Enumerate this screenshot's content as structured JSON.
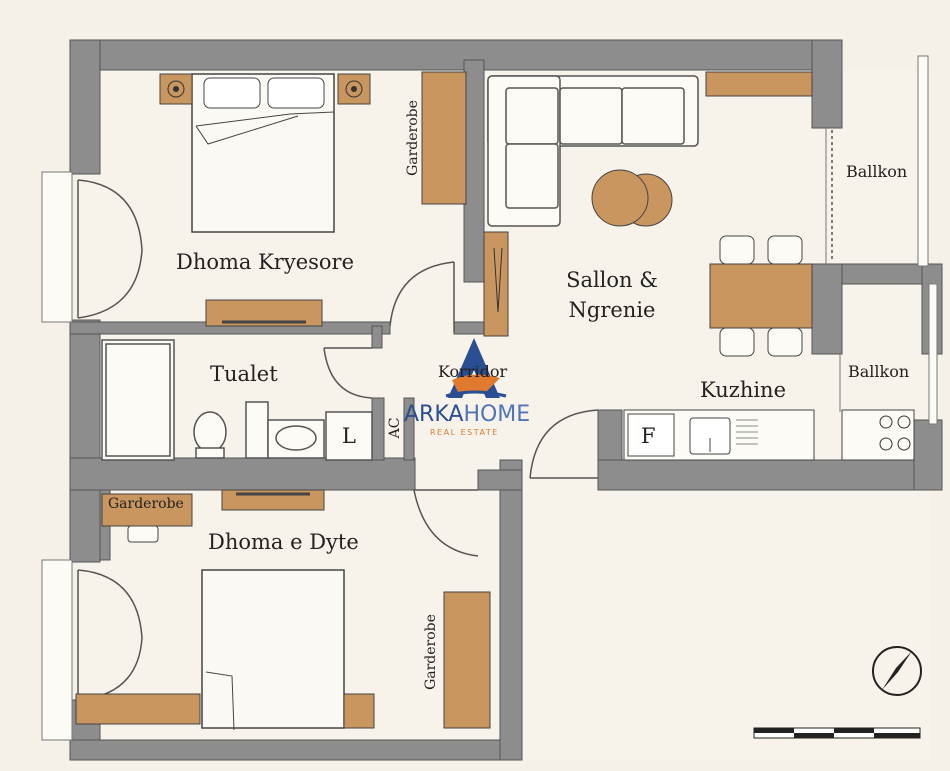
{
  "rooms": {
    "master_bedroom": "Dhoma Kryesore",
    "living_line1": "Sallon &",
    "living_line2": "Ngrenie",
    "toilet": "Tualet",
    "corridor": "Korridor",
    "kitchen": "Kuzhine",
    "second_bedroom": "Dhoma e Dyte",
    "balcony_top": "Ballkon",
    "balcony_bottom": "Ballkon"
  },
  "fixtures": {
    "wardrobe_master": "Garderobe",
    "wardrobe_second_small": "Garderobe",
    "wardrobe_second": "Garderobe",
    "laundry": "L",
    "ac": "AC",
    "fridge": "F"
  },
  "logo": {
    "name_part1": "ARKA",
    "name_part2": "HOME",
    "tagline": "REAL ESTATE"
  },
  "colors": {
    "wall": "#8d8d8d",
    "wood": "#c99660",
    "floor": "#f6f1e7",
    "logo_blue": "#2a4e93",
    "logo_orange": "#e07a2e"
  }
}
